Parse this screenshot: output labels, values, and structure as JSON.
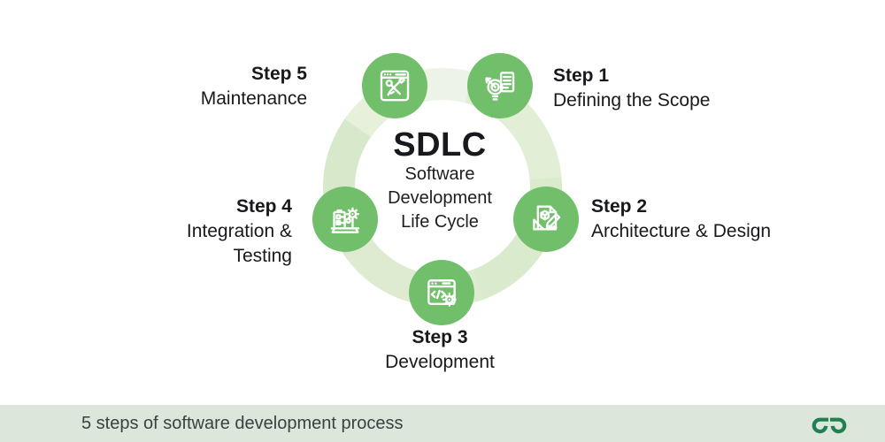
{
  "center": {
    "title": "SDLC",
    "subtitle_line1": "Software",
    "subtitle_line2": "Development",
    "subtitle_line3": "Life Cycle"
  },
  "steps": [
    {
      "label": "Step 1",
      "name": "Defining the Scope",
      "icon": "target-document-icon"
    },
    {
      "label": "Step 2",
      "name": "Architecture & Design",
      "icon": "blueprint-design-icon"
    },
    {
      "label": "Step 3",
      "name": "Development",
      "icon": "code-window-gear-icon"
    },
    {
      "label": "Step 4",
      "name": "Integration & Testing",
      "icon": "checklist-gears-icon"
    },
    {
      "label": "Step 5",
      "name": "Maintenance",
      "icon": "window-tools-icon"
    }
  ],
  "footer": {
    "caption": "5 steps of software development process",
    "logo": "geeksforgeeks-logo"
  },
  "colors": {
    "step_circle_green": "#71bf6b",
    "ring_light_green": "#deebd0",
    "footer_bg": "#dde6da",
    "logo_green": "#1f8150",
    "text_dark": "#17191c"
  }
}
